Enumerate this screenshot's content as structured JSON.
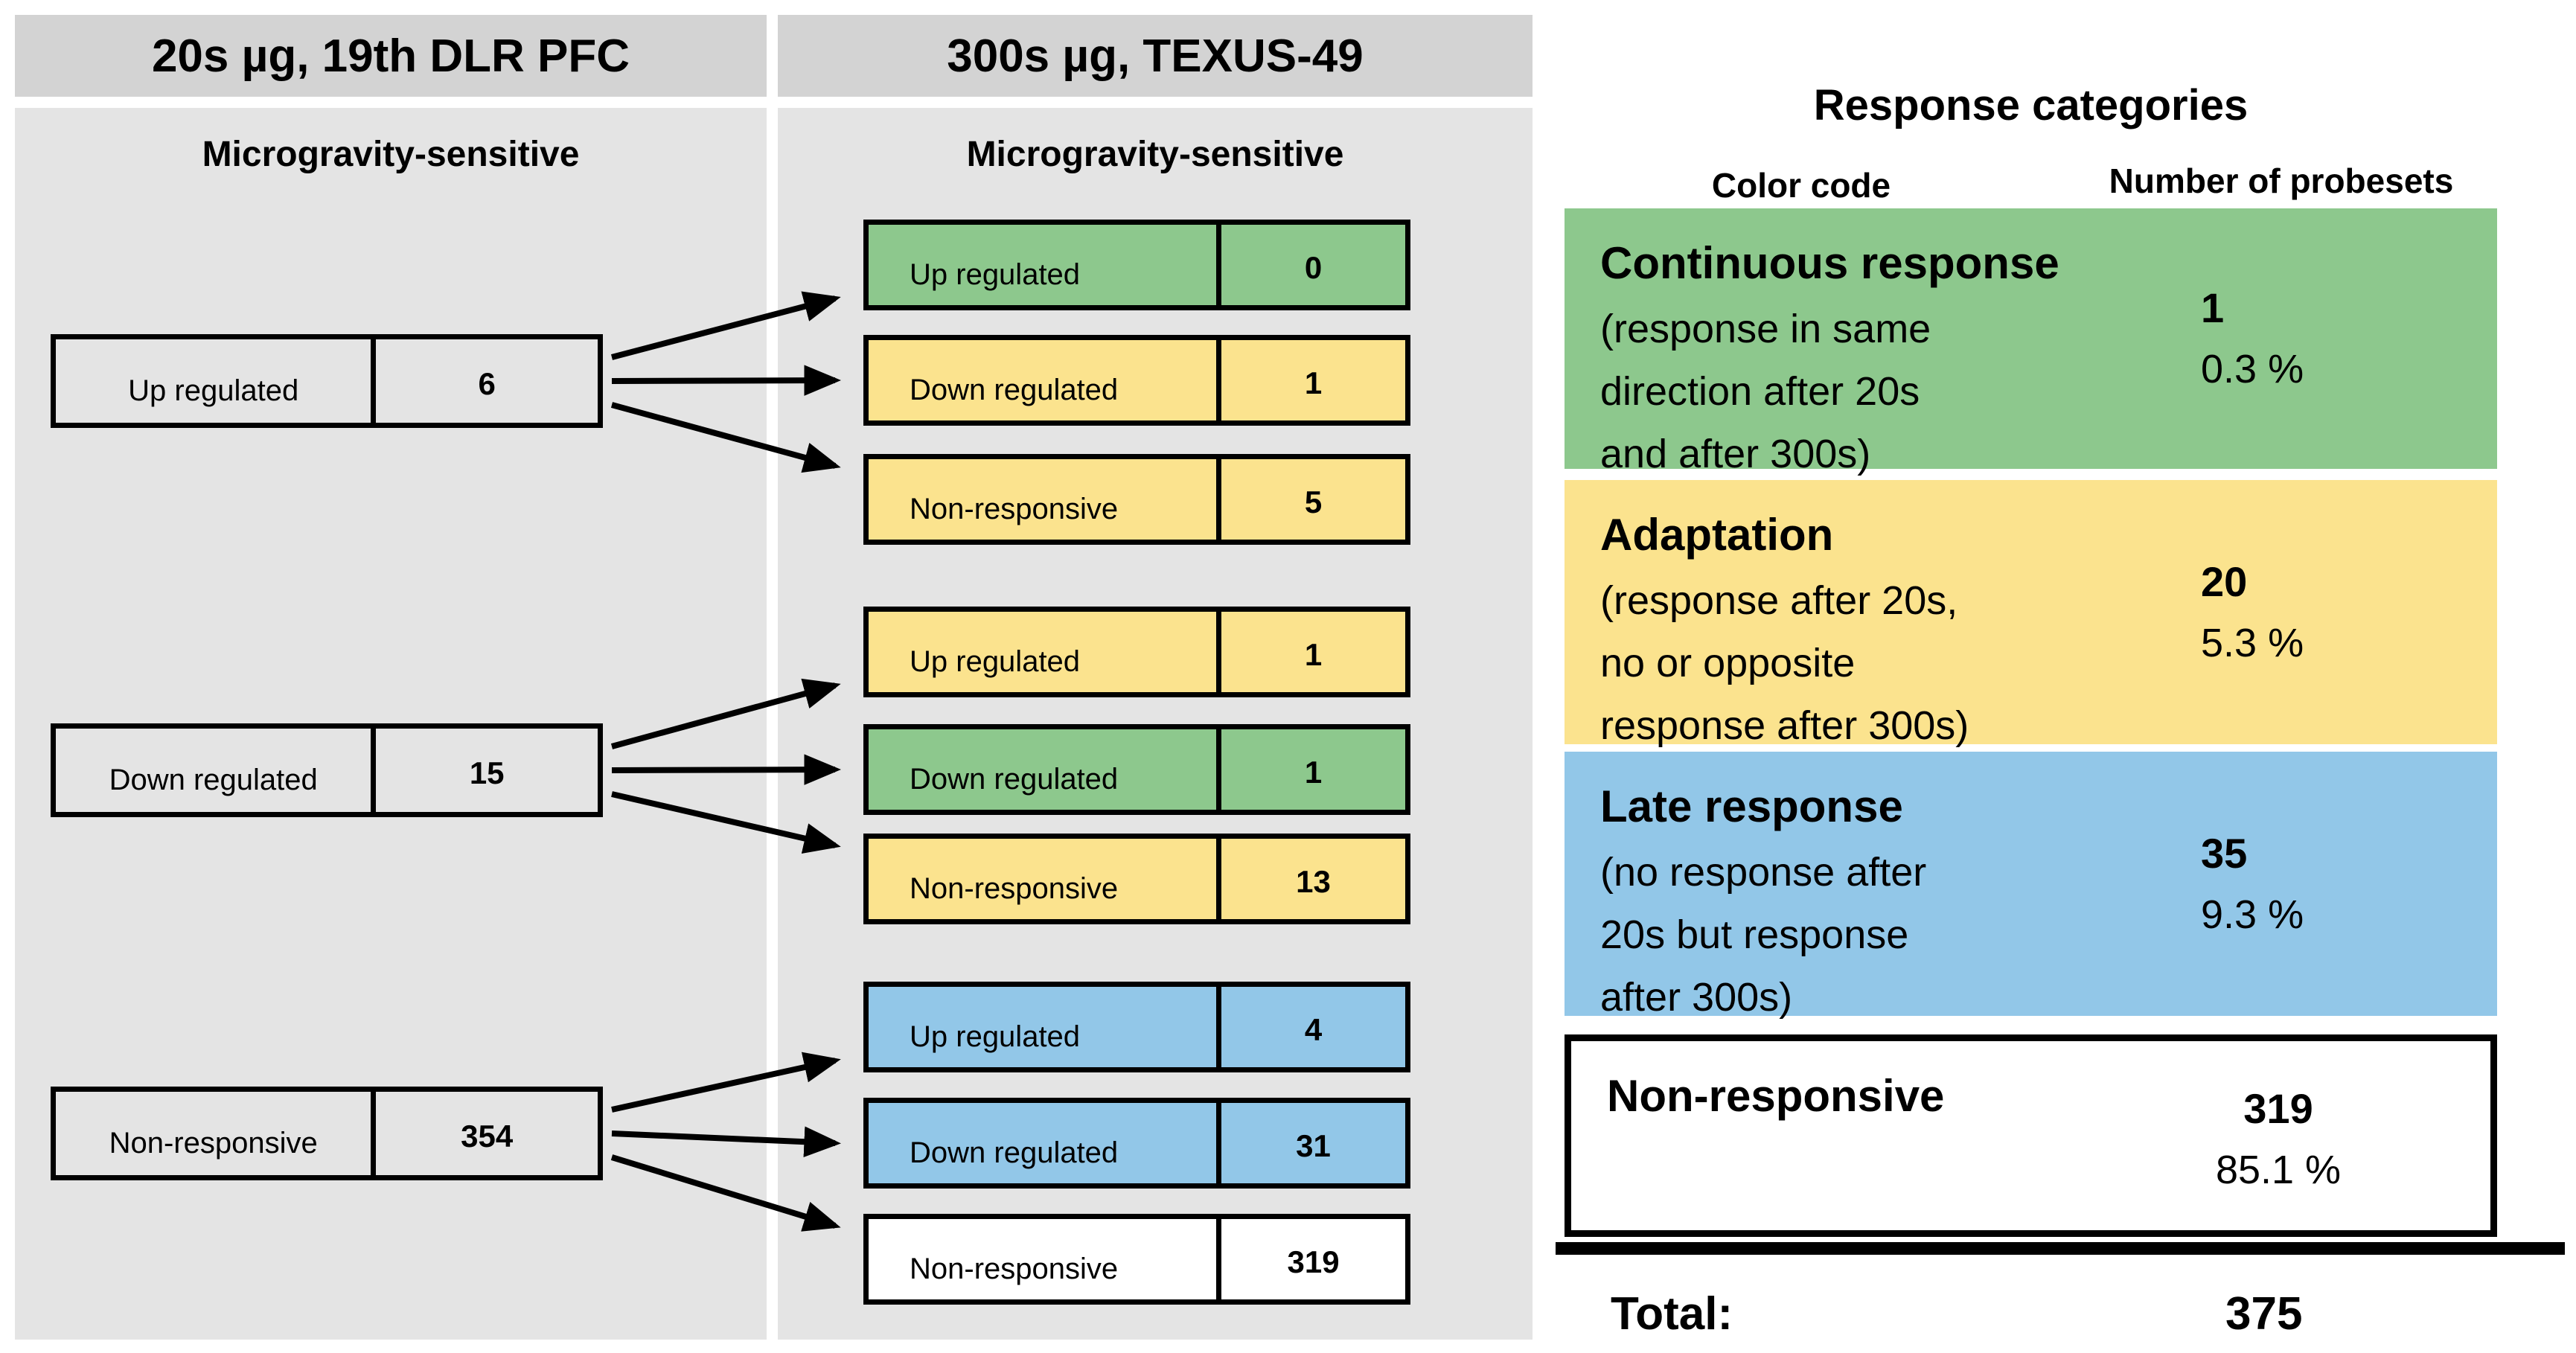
{
  "panels": {
    "left": {
      "header": "20s µg, 19th DLR PFC",
      "subtitle": "Microgravity-sensitive",
      "boxes": [
        {
          "label": "Up regulated",
          "value": "6",
          "color": "gray"
        },
        {
          "label": "Down regulated",
          "value": "15",
          "color": "gray"
        },
        {
          "label": "Non-responsive",
          "value": "354",
          "color": "gray"
        }
      ]
    },
    "middle": {
      "header": "300s µg, TEXUS-49",
      "subtitle": "Microgravity-sensitive",
      "groups": [
        {
          "boxes": [
            {
              "label": "Up regulated",
              "value": "0",
              "color": "green"
            },
            {
              "label": "Down regulated",
              "value": "1",
              "color": "yellow"
            },
            {
              "label": "Non-responsive",
              "value": "5",
              "color": "yellow"
            }
          ]
        },
        {
          "boxes": [
            {
              "label": "Up regulated",
              "value": "1",
              "color": "yellow"
            },
            {
              "label": "Down regulated",
              "value": "1",
              "color": "green"
            },
            {
              "label": "Non-responsive",
              "value": "13",
              "color": "yellow"
            }
          ]
        },
        {
          "boxes": [
            {
              "label": "Up regulated",
              "value": "4",
              "color": "blue"
            },
            {
              "label": "Down regulated",
              "value": "31",
              "color": "blue"
            },
            {
              "label": "Non-responsive",
              "value": "319",
              "color": "white"
            }
          ]
        }
      ]
    }
  },
  "legend": {
    "title": "Response categories",
    "column1": "Color code",
    "column2": "Number of probesets",
    "entries": [
      {
        "title": "Continuous response",
        "desc_lines": [
          "(response in same",
          "direction after 20s",
          "and after 300s)"
        ],
        "count": "1",
        "percent": "0.3 %",
        "color": "green"
      },
      {
        "title": "Adaptation",
        "desc_lines": [
          "(response after 20s,",
          " no or opposite",
          "response after 300s)"
        ],
        "count": "20",
        "percent": "5.3 %",
        "color": "yellow"
      },
      {
        "title": "Late response",
        "desc_lines": [
          "(no response after",
          " 20s but response",
          " after 300s)"
        ],
        "count": "35",
        "percent": "9.3 %",
        "color": "blue"
      },
      {
        "title": "Non-responsive",
        "desc_lines": [],
        "count": "319",
        "percent": "85.1 %",
        "color": "white"
      }
    ],
    "total_label": "Total:",
    "total_value": "375"
  },
  "colors": {
    "green": "#8dc88d",
    "yellow": "#fbe38e",
    "blue": "#92c7e8",
    "white": "#ffffff",
    "gray": "#e4e4e4",
    "panel_header": "#d3d3d3",
    "panel_body": "#e4e4e4",
    "arrow": "#000000"
  }
}
